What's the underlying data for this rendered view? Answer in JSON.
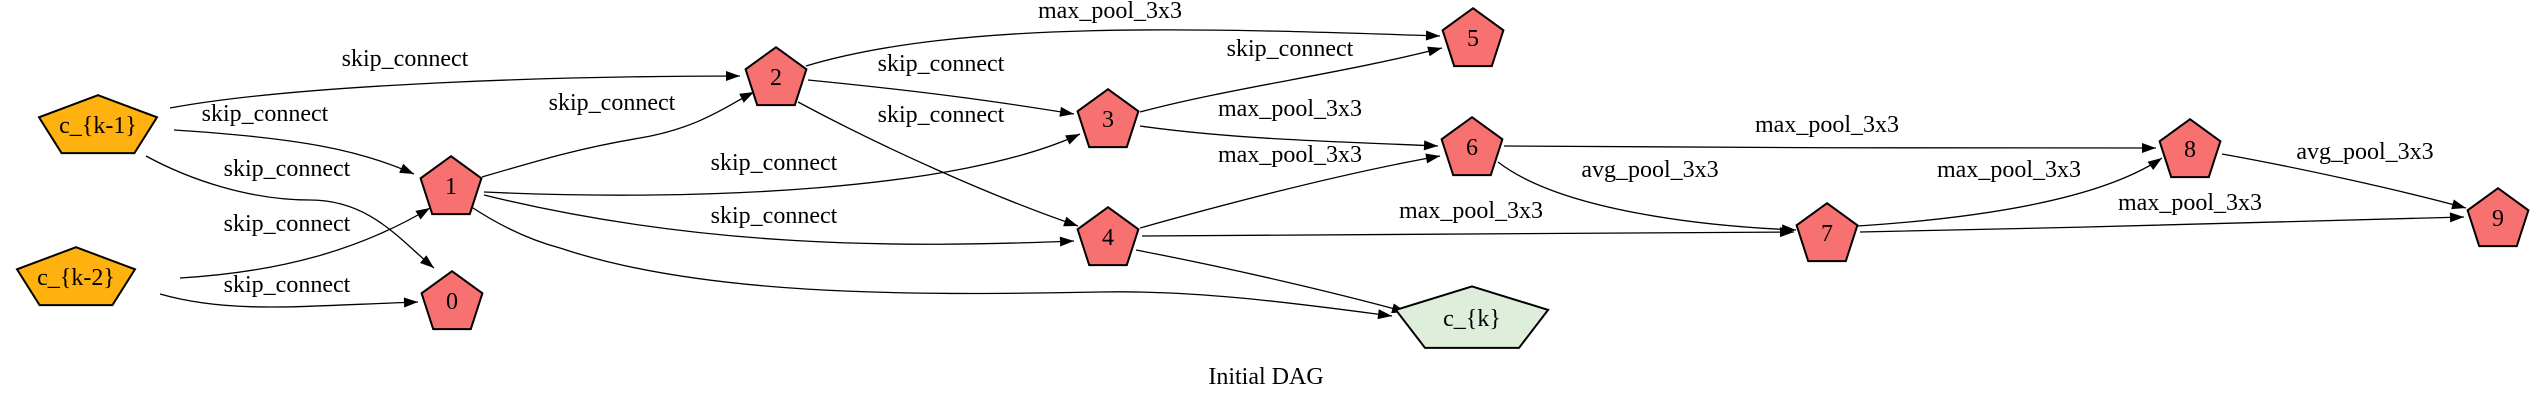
{
  "caption": "Initial DAG",
  "colors": {
    "input_fill": "#FFB20F",
    "op_fill": "#F87171",
    "output_fill": "#DFEEDB",
    "edge": "#000000"
  },
  "nodes": {
    "ck1": {
      "label": "c_{k-1}",
      "kind": "input"
    },
    "ck2": {
      "label": "c_{k-2}",
      "kind": "input"
    },
    "n0": {
      "label": "0",
      "kind": "op"
    },
    "n1": {
      "label": "1",
      "kind": "op"
    },
    "n2": {
      "label": "2",
      "kind": "op"
    },
    "n3": {
      "label": "3",
      "kind": "op"
    },
    "n4": {
      "label": "4",
      "kind": "op"
    },
    "n5": {
      "label": "5",
      "kind": "op"
    },
    "n6": {
      "label": "6",
      "kind": "op"
    },
    "n7": {
      "label": "7",
      "kind": "op"
    },
    "n8": {
      "label": "8",
      "kind": "op"
    },
    "n9": {
      "label": "9",
      "kind": "op"
    },
    "ck": {
      "label": "c_{k}",
      "kind": "output"
    }
  },
  "edges": [
    {
      "from": "ck1",
      "to": "n2",
      "label": "skip_connect"
    },
    {
      "from": "ck1",
      "to": "n1",
      "label": "skip_connect"
    },
    {
      "from": "ck1",
      "to": "n0",
      "label": "skip_connect"
    },
    {
      "from": "ck2",
      "to": "n1",
      "label": "skip_connect"
    },
    {
      "from": "ck2",
      "to": "n0",
      "label": "skip_connect"
    },
    {
      "from": "n1",
      "to": "n2",
      "label": "skip_connect"
    },
    {
      "from": "n1",
      "to": "n3",
      "label": "skip_connect"
    },
    {
      "from": "n1",
      "to": "n4",
      "label": "skip_connect"
    },
    {
      "from": "n1",
      "to": "ck",
      "label": ""
    },
    {
      "from": "n2",
      "to": "n5",
      "label": "max_pool_3x3"
    },
    {
      "from": "n2",
      "to": "n3",
      "label": "skip_connect"
    },
    {
      "from": "n2",
      "to": "n4",
      "label": "skip_connect"
    },
    {
      "from": "n3",
      "to": "n5",
      "label": "skip_connect"
    },
    {
      "from": "n3",
      "to": "n6",
      "label": "max_pool_3x3"
    },
    {
      "from": "n4",
      "to": "n6",
      "label": "max_pool_3x3"
    },
    {
      "from": "n4",
      "to": "n7",
      "label": "max_pool_3x3"
    },
    {
      "from": "n4",
      "to": "ck",
      "label": ""
    },
    {
      "from": "n6",
      "to": "n8",
      "label": "max_pool_3x3"
    },
    {
      "from": "n6",
      "to": "n7",
      "label": "avg_pool_3x3"
    },
    {
      "from": "n7",
      "to": "n8",
      "label": "max_pool_3x3"
    },
    {
      "from": "n7",
      "to": "n9",
      "label": "max_pool_3x3"
    },
    {
      "from": "n8",
      "to": "n9",
      "label": "avg_pool_3x3"
    }
  ]
}
